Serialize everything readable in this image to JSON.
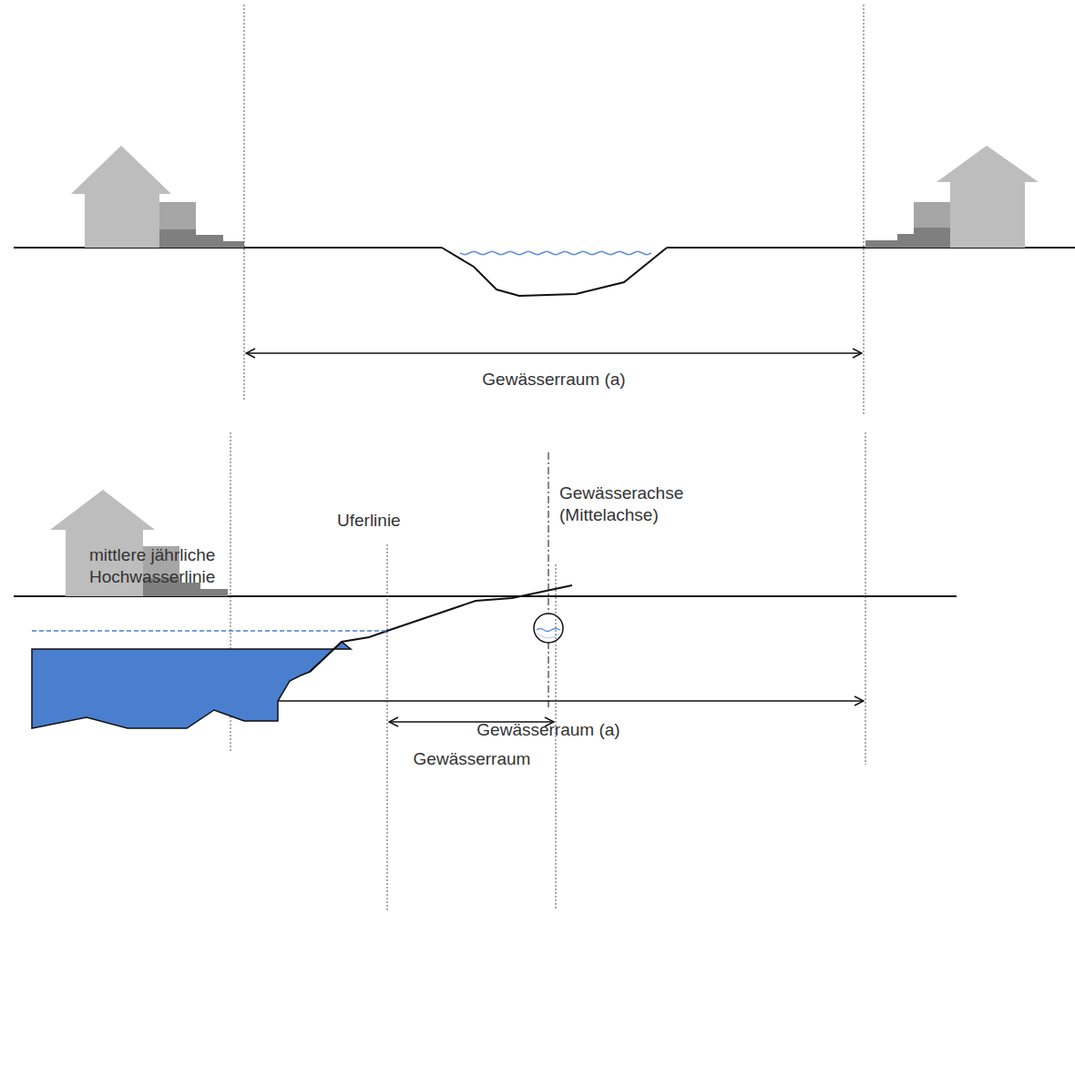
{
  "diagram": {
    "labels": [
      "Gewässerraum (a)",
      "Gewässerachse (Mittelachse)",
      "Gewässerraum (a)",
      "Uferlinie",
      "mittlere jährliche Hochwasserlinie",
      "Gewässerraum"
    ]
  }
}
